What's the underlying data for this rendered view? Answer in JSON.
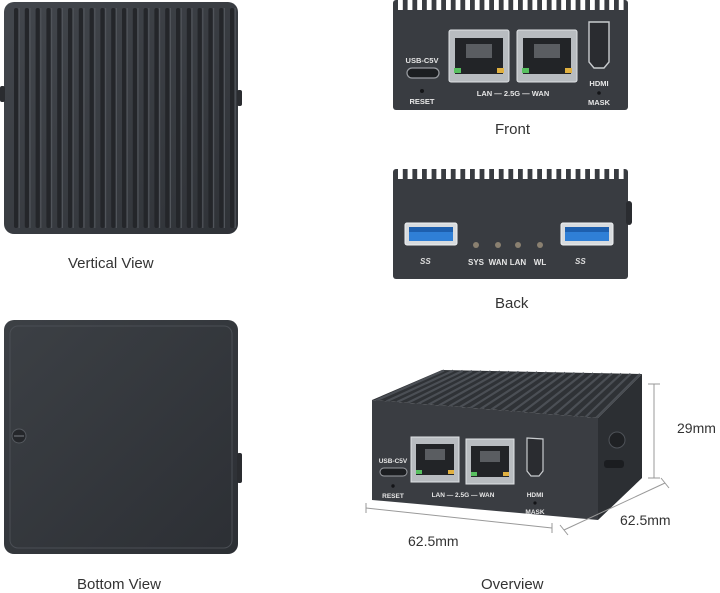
{
  "views": {
    "vertical": {
      "caption": "Vertical View"
    },
    "front": {
      "caption": "Front",
      "port_labels": {
        "usb": "USB-C5V",
        "reset": "RESET",
        "lan_wan": "LAN — 2.5G — WAN",
        "hdmi": "HDMI",
        "mask": "MASK"
      }
    },
    "back": {
      "caption": "Back",
      "usb_label": "SS",
      "led_labels": [
        "SYS",
        "WAN",
        "LAN",
        "WL"
      ]
    },
    "bottom": {
      "caption": "Bottom View"
    },
    "overview": {
      "caption": "Overview",
      "port_labels": {
        "usb": "USB-C5V",
        "reset": "RESET",
        "lan_wan": "LAN — 2.5G — WAN",
        "hdmi": "HDMI",
        "mask": "MASK"
      },
      "dimensions": {
        "height": "29mm",
        "width": "62.5mm",
        "depth": "62.5mm"
      }
    }
  },
  "colors": {
    "case": "#3a3d42",
    "case_dark": "#2b2e33",
    "usb3_blue": "#2f7fd6",
    "led_orange": "#e0a040",
    "background": "#ffffff"
  }
}
